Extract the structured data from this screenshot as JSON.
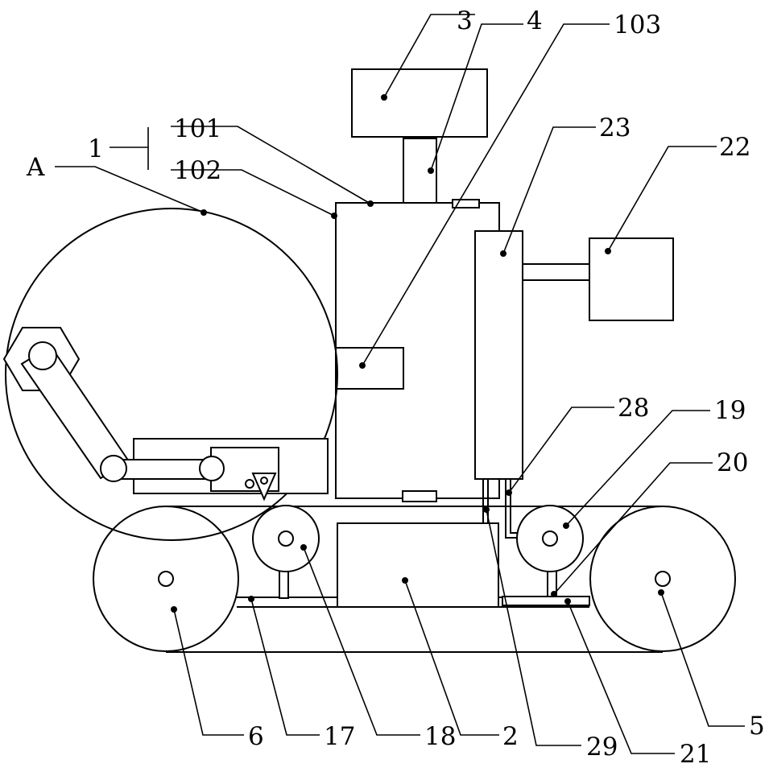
{
  "labels": {
    "l3": "3",
    "l4": "4",
    "l103": "103",
    "l1": "1",
    "l101": "101",
    "l102": "102",
    "lA": "A",
    "l23": "23",
    "l22": "22",
    "l28": "28",
    "l19": "19",
    "l20": "20",
    "l6": "6",
    "l17": "17",
    "l18": "18",
    "l2": "2",
    "l29": "29",
    "l21": "21",
    "l5": "5"
  }
}
